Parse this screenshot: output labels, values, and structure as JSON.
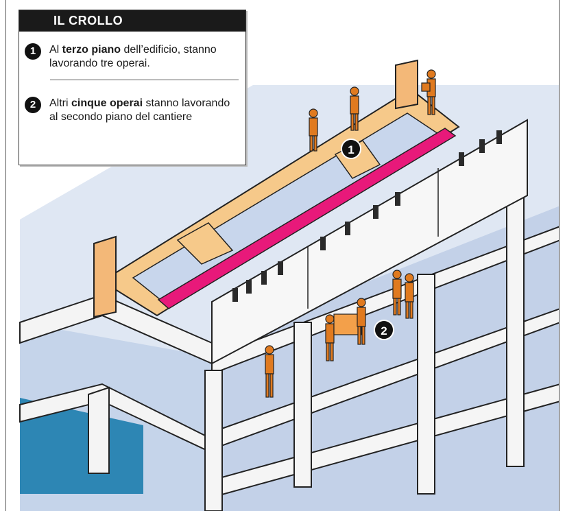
{
  "legend": {
    "title": "IL CROLLO",
    "items": [
      {
        "number": "1",
        "before": "Al ",
        "bold": "terzo piano",
        "after": " dell’edificio, stanno lavorando tre operai."
      },
      {
        "number": "2",
        "before": "Altri ",
        "bold": "cinque operai",
        "after": " stanno lavorando al secondo piano del cantiere"
      }
    ]
  },
  "markers": [
    "1",
    "2"
  ],
  "colors": {
    "worker": "#e07a1f",
    "collapsed_beam": "#e8197a",
    "structure_light": "#f3f3f3",
    "floor_blue": "#c8d6ec",
    "top_frame": "#f6c98a",
    "dark_window": "#2d86b4"
  }
}
